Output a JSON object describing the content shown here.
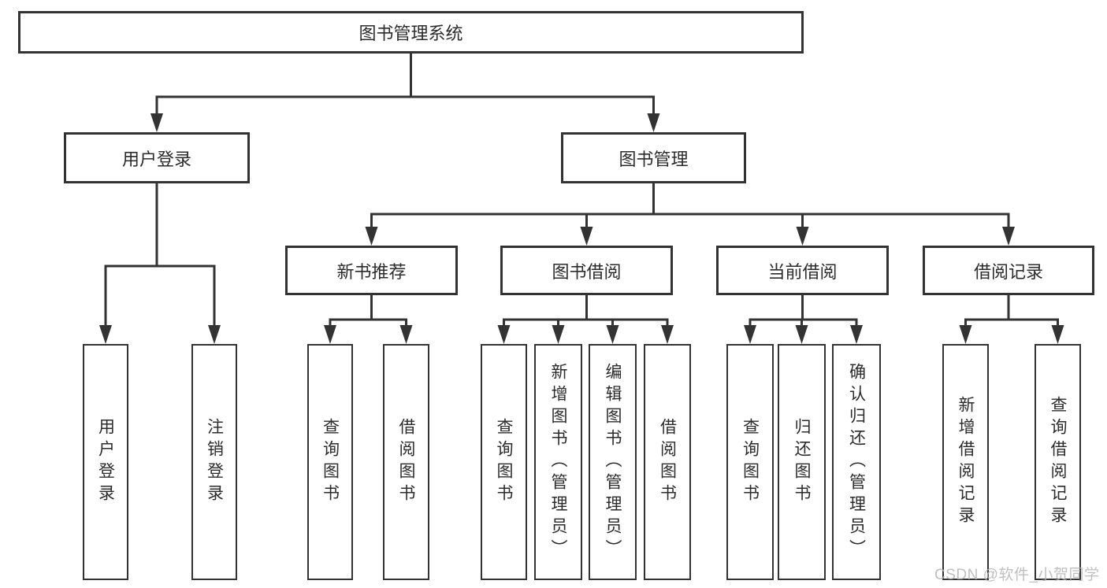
{
  "colors": {
    "line": "#333333",
    "text": "#2b2b2b",
    "box_background": "#ffffff",
    "watermark": "#b5b5b5"
  },
  "watermark": "CSDN @软件_小贺同学",
  "root": {
    "label": "图书管理系统",
    "children": [
      {
        "label": "用户登录",
        "children": [
          {
            "label": "用户登录"
          },
          {
            "label": "注销登录"
          }
        ]
      },
      {
        "label": "图书管理",
        "children": [
          {
            "label": "新书推荐",
            "children": [
              {
                "label": "查询图书"
              },
              {
                "label": "借阅图书"
              }
            ]
          },
          {
            "label": "图书借阅",
            "children": [
              {
                "label": "查询图书"
              },
              {
                "label": "新增图书（管理员）"
              },
              {
                "label": "编辑图书（管理员）"
              },
              {
                "label": "借阅图书"
              }
            ]
          },
          {
            "label": "当前借阅",
            "children": [
              {
                "label": "查询图书"
              },
              {
                "label": "归还图书"
              },
              {
                "label": "确认归还（管理员）"
              }
            ]
          },
          {
            "label": "借阅记录",
            "children": [
              {
                "label": "新增借阅记录"
              },
              {
                "label": "查询借阅记录"
              }
            ]
          }
        ]
      }
    ]
  }
}
